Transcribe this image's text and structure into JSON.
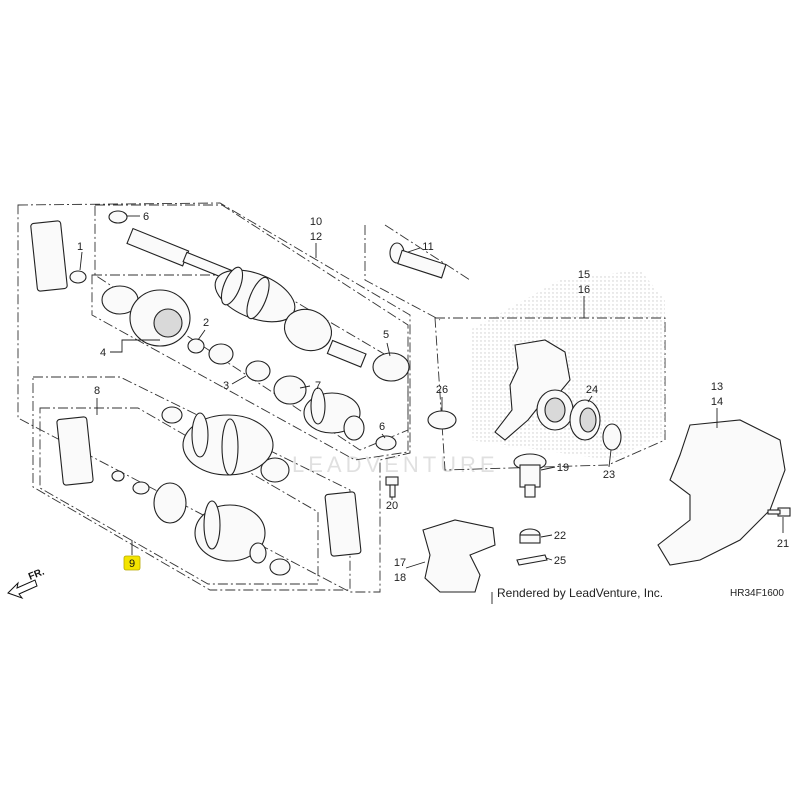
{
  "callouts": {
    "c1": "1",
    "c2": "2",
    "c3": "3",
    "c4": "4",
    "c5": "5",
    "c6a": "6",
    "c6b": "6",
    "c7": "7",
    "c8": "8",
    "c9": "9",
    "c10": "10",
    "c12": "12",
    "c11": "11",
    "c13": "13",
    "c14": "14",
    "c15": "15",
    "c16": "16",
    "c17": "17",
    "c18": "18",
    "c19": "19",
    "c20": "20",
    "c21": "21",
    "c22": "22",
    "c23": "23",
    "c24": "24",
    "c25": "25",
    "c26": "26"
  },
  "footer": {
    "credit": "Rendered by LeadVenture, Inc.",
    "code": "HR34F1600"
  },
  "direction": {
    "label": "FR."
  },
  "watermark": {
    "text": "LEADVENTURE"
  },
  "colors": {
    "highlight": "#f3e400",
    "line": "#222222",
    "honeycomb": "#bdbdbd"
  }
}
